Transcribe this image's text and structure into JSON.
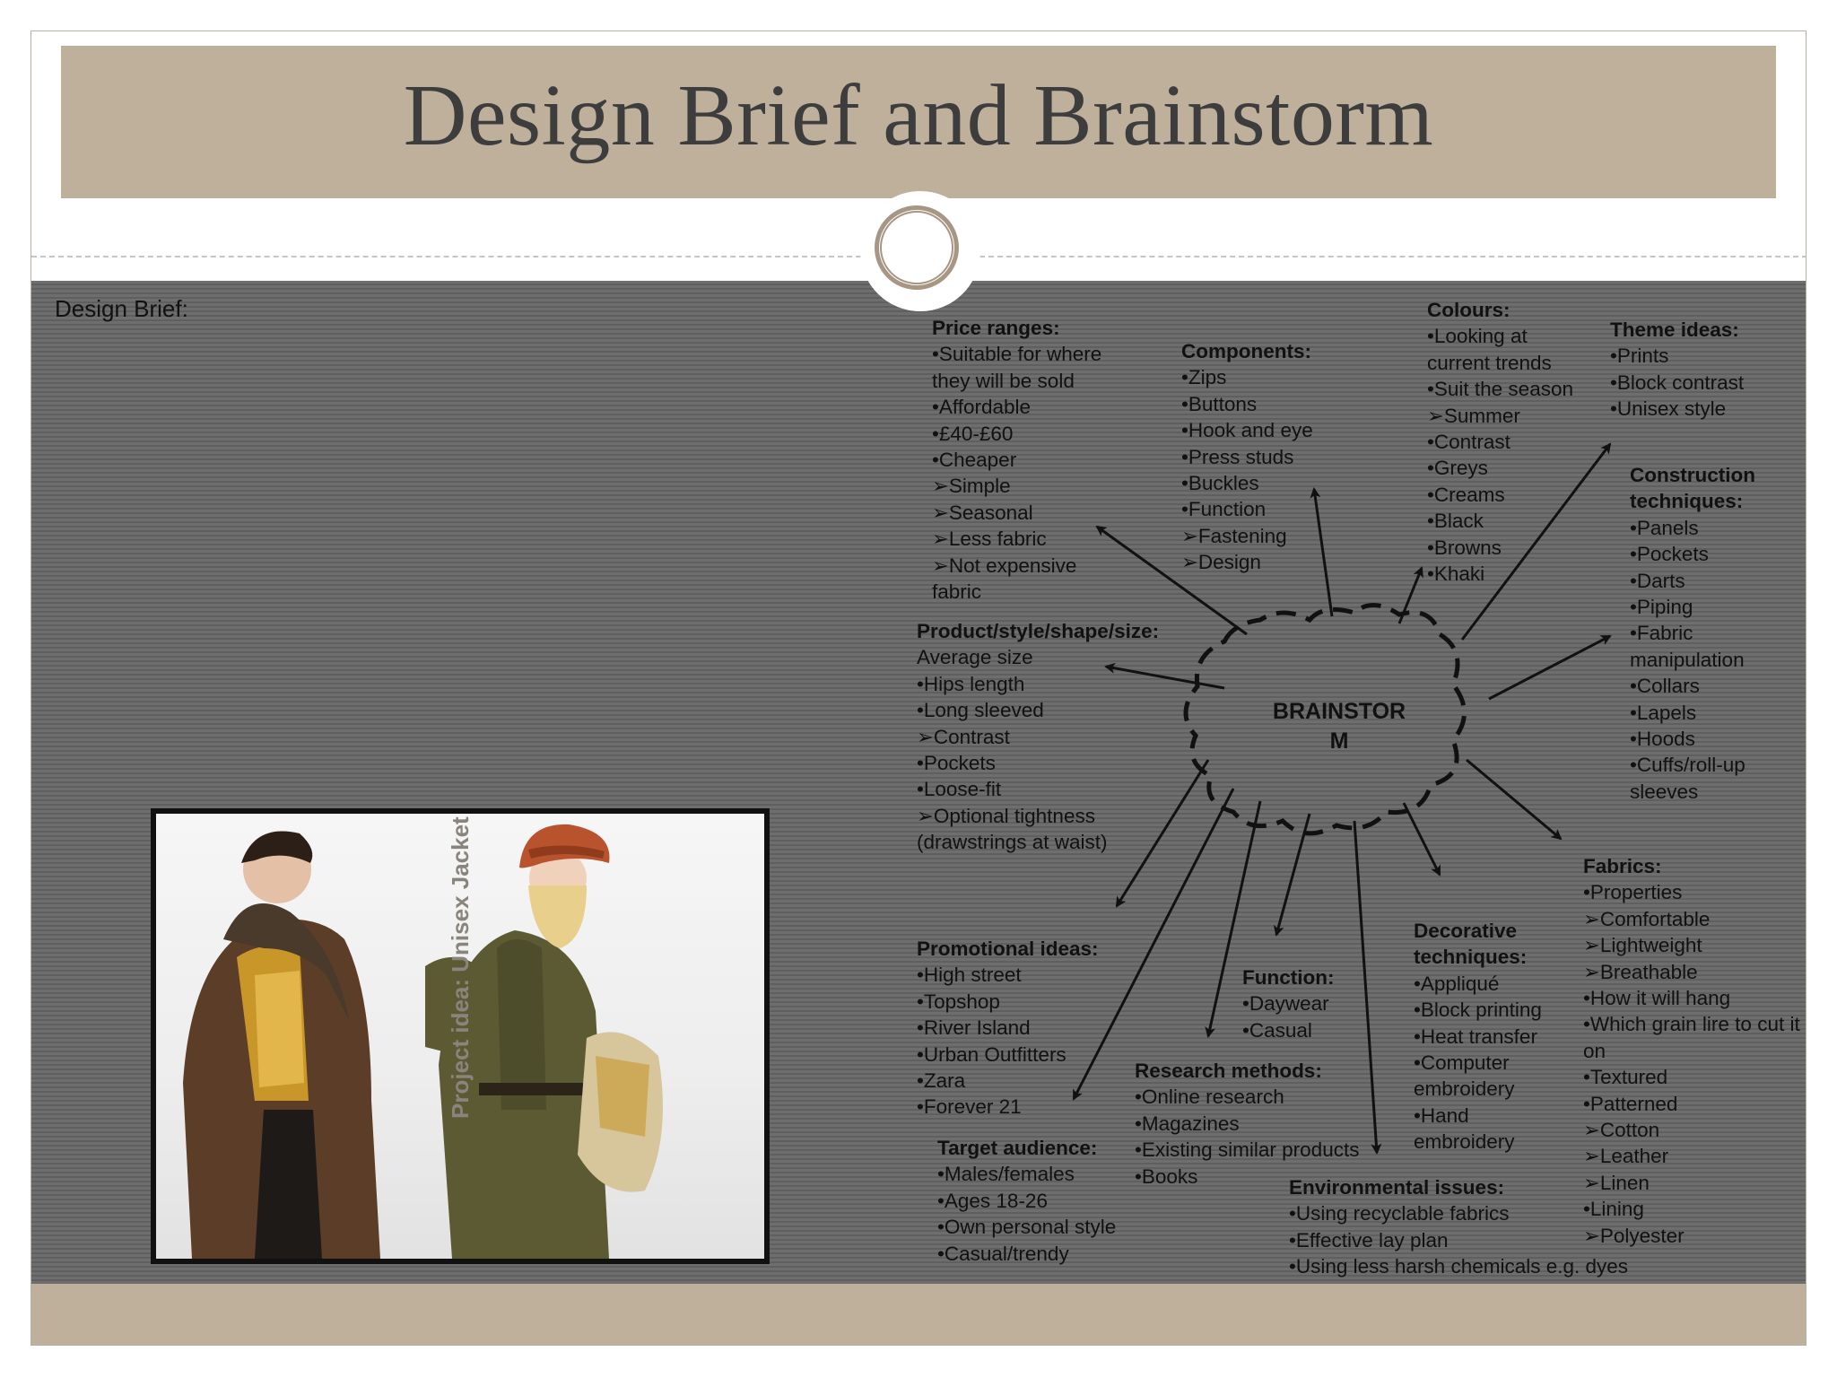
{
  "slide": {
    "title": "Design Brief and Brainstorm",
    "design_brief_label": "Design Brief:",
    "project_idea": "Project idea: Unisex Jacket",
    "photo_description": "Two models wearing utility parka jackets"
  },
  "colors": {
    "title_band": "#bfb09c",
    "content_background": "#6e6e6e",
    "accent_ring": "#a69683",
    "title_text": "#3d3d3d"
  },
  "brainstorm": {
    "center": {
      "line1": "BRAINSTOR",
      "line2": "M"
    },
    "price_ranges": {
      "heading": "Price ranges:",
      "items": [
        "•Suitable for where",
        "they will be sold",
        "•Affordable",
        "•£40-£60",
        "•Cheaper",
        "➢Simple",
        "➢Seasonal",
        "➢Less fabric",
        "➢Not expensive",
        "fabric"
      ]
    },
    "components": {
      "heading": "Components:",
      "items": [
        "•Zips",
        "•Buttons",
        "•Hook and eye",
        "•Press studs",
        "•Buckles",
        "•Function",
        "➢Fastening",
        "➢Design"
      ]
    },
    "colours": {
      "heading": "Colours:",
      "items": [
        "•Looking at",
        "current trends",
        "•Suit the season",
        "➢Summer",
        "•Contrast",
        "•Greys",
        "•Creams",
        "•Black",
        "•Browns",
        "•Khaki"
      ]
    },
    "theme_ideas": {
      "heading": "Theme ideas:",
      "items": [
        "•Prints",
        "•Block contrast",
        "•Unisex style"
      ]
    },
    "construction": {
      "heading1": "Construction",
      "heading2": "techniques:",
      "items": [
        "•Panels",
        "•Pockets",
        "•Darts",
        "•Piping",
        "•Fabric",
        "manipulation",
        "•Collars",
        "•Lapels",
        "•Hoods",
        "•Cuffs/roll-up",
        "sleeves"
      ]
    },
    "product": {
      "heading": "Product/style/shape/size:",
      "items": [
        "Average size",
        "•Hips length",
        "•Long sleeved",
        "➢Contrast",
        "•Pockets",
        "•Loose-fit",
        "➢Optional tightness",
        "(drawstrings at waist)"
      ]
    },
    "fabrics": {
      "heading": "Fabrics:",
      "items": [
        "•Properties",
        "➢Comfortable",
        "➢Lightweight",
        "➢Breathable",
        "•How it will hang",
        "•Which grain lire to cut it",
        "on",
        "•Textured",
        "•Patterned",
        "➢Cotton",
        "➢Leather",
        "➢Linen",
        "•Lining",
        "➢Polyester"
      ]
    },
    "promotional": {
      "heading": "Promotional ideas:",
      "items": [
        "•High street",
        "•Topshop",
        "•River Island",
        "•Urban Outfitters",
        "•Zara",
        "•Forever 21"
      ]
    },
    "function": {
      "heading": "Function:",
      "items": [
        "•Daywear",
        "•Casual"
      ]
    },
    "decorative": {
      "heading1": "Decorative",
      "heading2": "techniques:",
      "items": [
        "•Appliqué",
        "•Block printing",
        "•Heat transfer",
        "•Computer",
        "embroidery",
        "•Hand",
        "embroidery"
      ]
    },
    "research": {
      "heading": "Research methods:",
      "items": [
        "•Online research",
        "•Magazines",
        "•Existing similar products",
        "•Books"
      ]
    },
    "target": {
      "heading": "Target audience:",
      "items": [
        "•Males/females",
        "•Ages 18-26",
        "•Own personal style",
        "•Casual/trendy"
      ]
    },
    "environmental": {
      "heading": "Environmental issues:",
      "items": [
        "•Using recyclable fabrics",
        "•Effective lay plan",
        "•Using less harsh chemicals e.g. dyes"
      ]
    }
  }
}
